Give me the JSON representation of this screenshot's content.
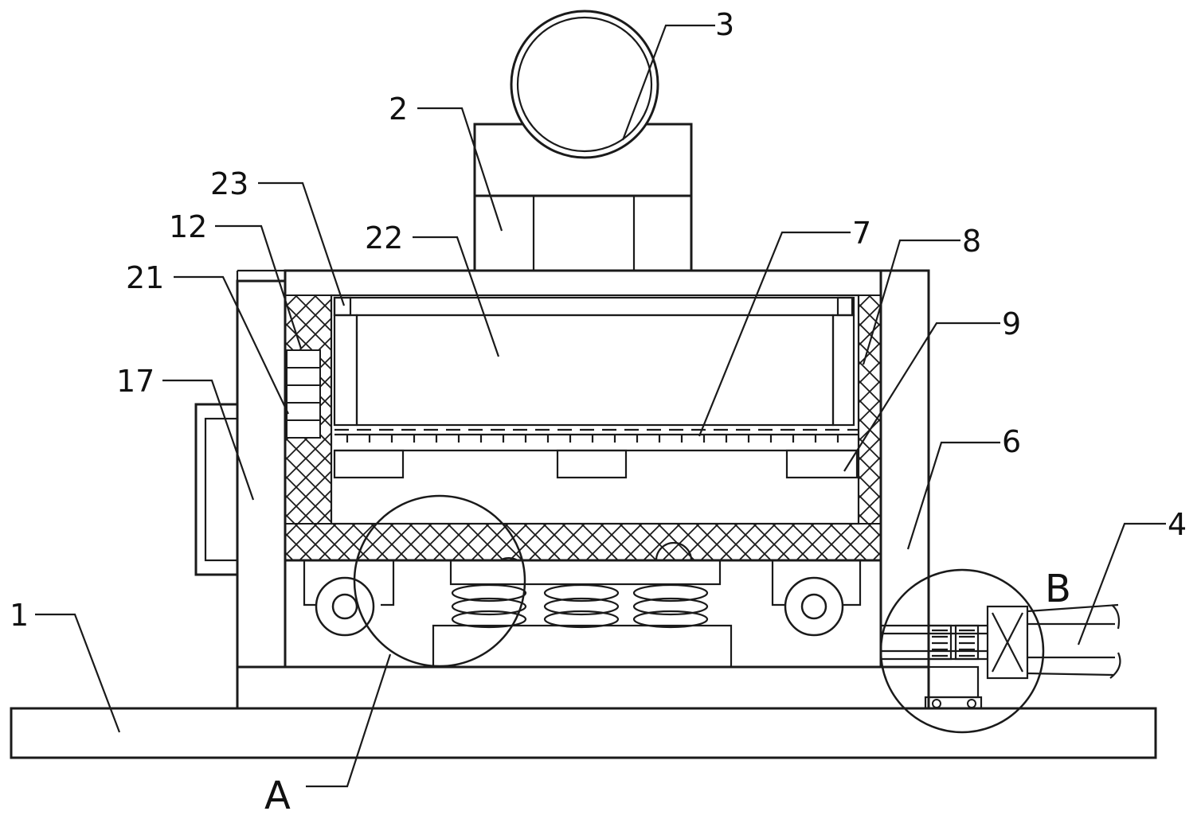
{
  "labels": {
    "l1": "1",
    "l2": "2",
    "l3": "3",
    "l4": "4",
    "l6": "6",
    "l7": "7",
    "l8": "8",
    "l9": "9",
    "l12": "12",
    "l17": "17",
    "l21": "21",
    "l22": "22",
    "l23": "23",
    "lA": "A",
    "lB": "B"
  },
  "colors": {
    "stroke": "#1a1a1a",
    "background": "#ffffff"
  }
}
